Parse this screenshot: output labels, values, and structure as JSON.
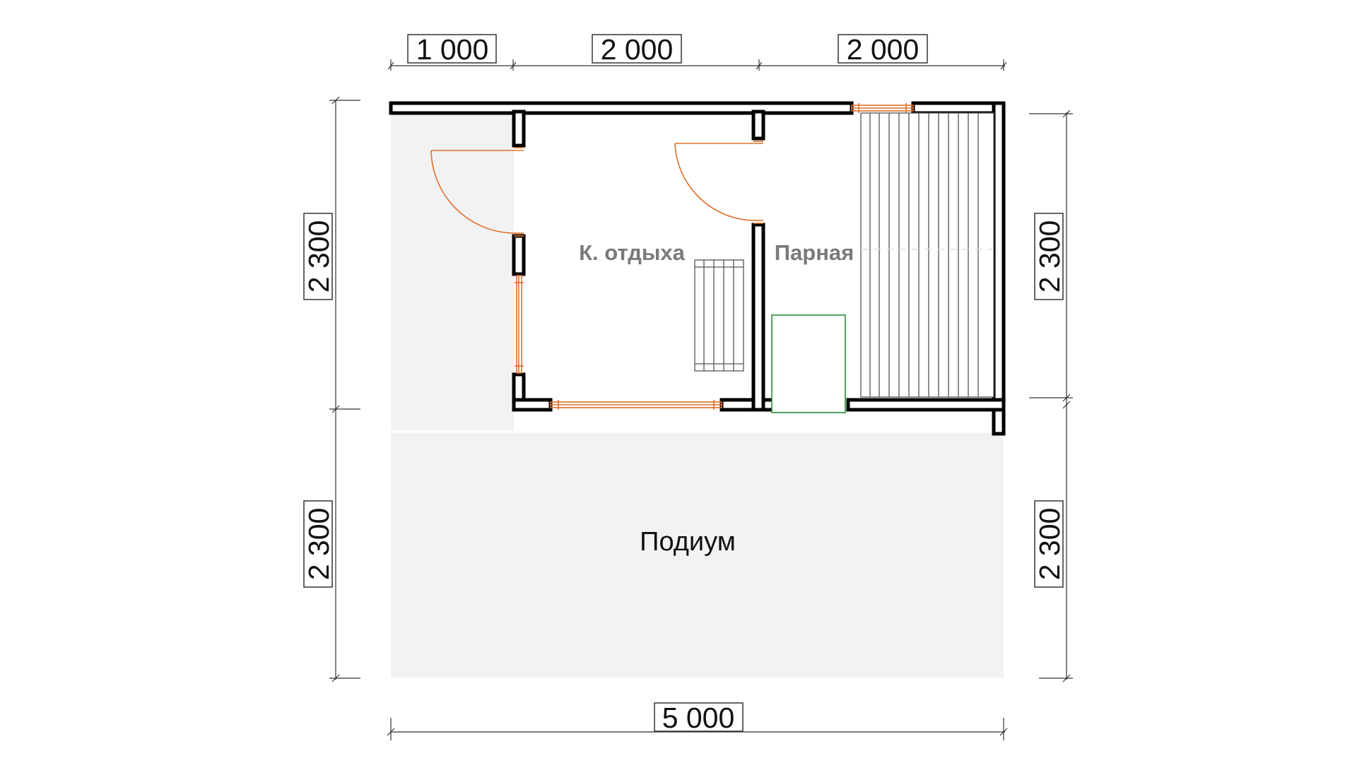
{
  "dimensions": {
    "top_1": "1 000",
    "top_2": "2 000",
    "top_3": "2 000",
    "left_upper": "2 300",
    "left_lower": "2 300",
    "right_upper": "2 300",
    "right_lower": "2 300",
    "bottom_total": "5 000"
  },
  "rooms": {
    "rest_room": "К. отдыха",
    "steam_room": "Парная",
    "podium": "Подиум"
  },
  "colors": {
    "wall": "#000000",
    "floor_shade": "#f2f2f2",
    "window_door": "#e0702a",
    "stove_outline": "#2a8a3a"
  }
}
